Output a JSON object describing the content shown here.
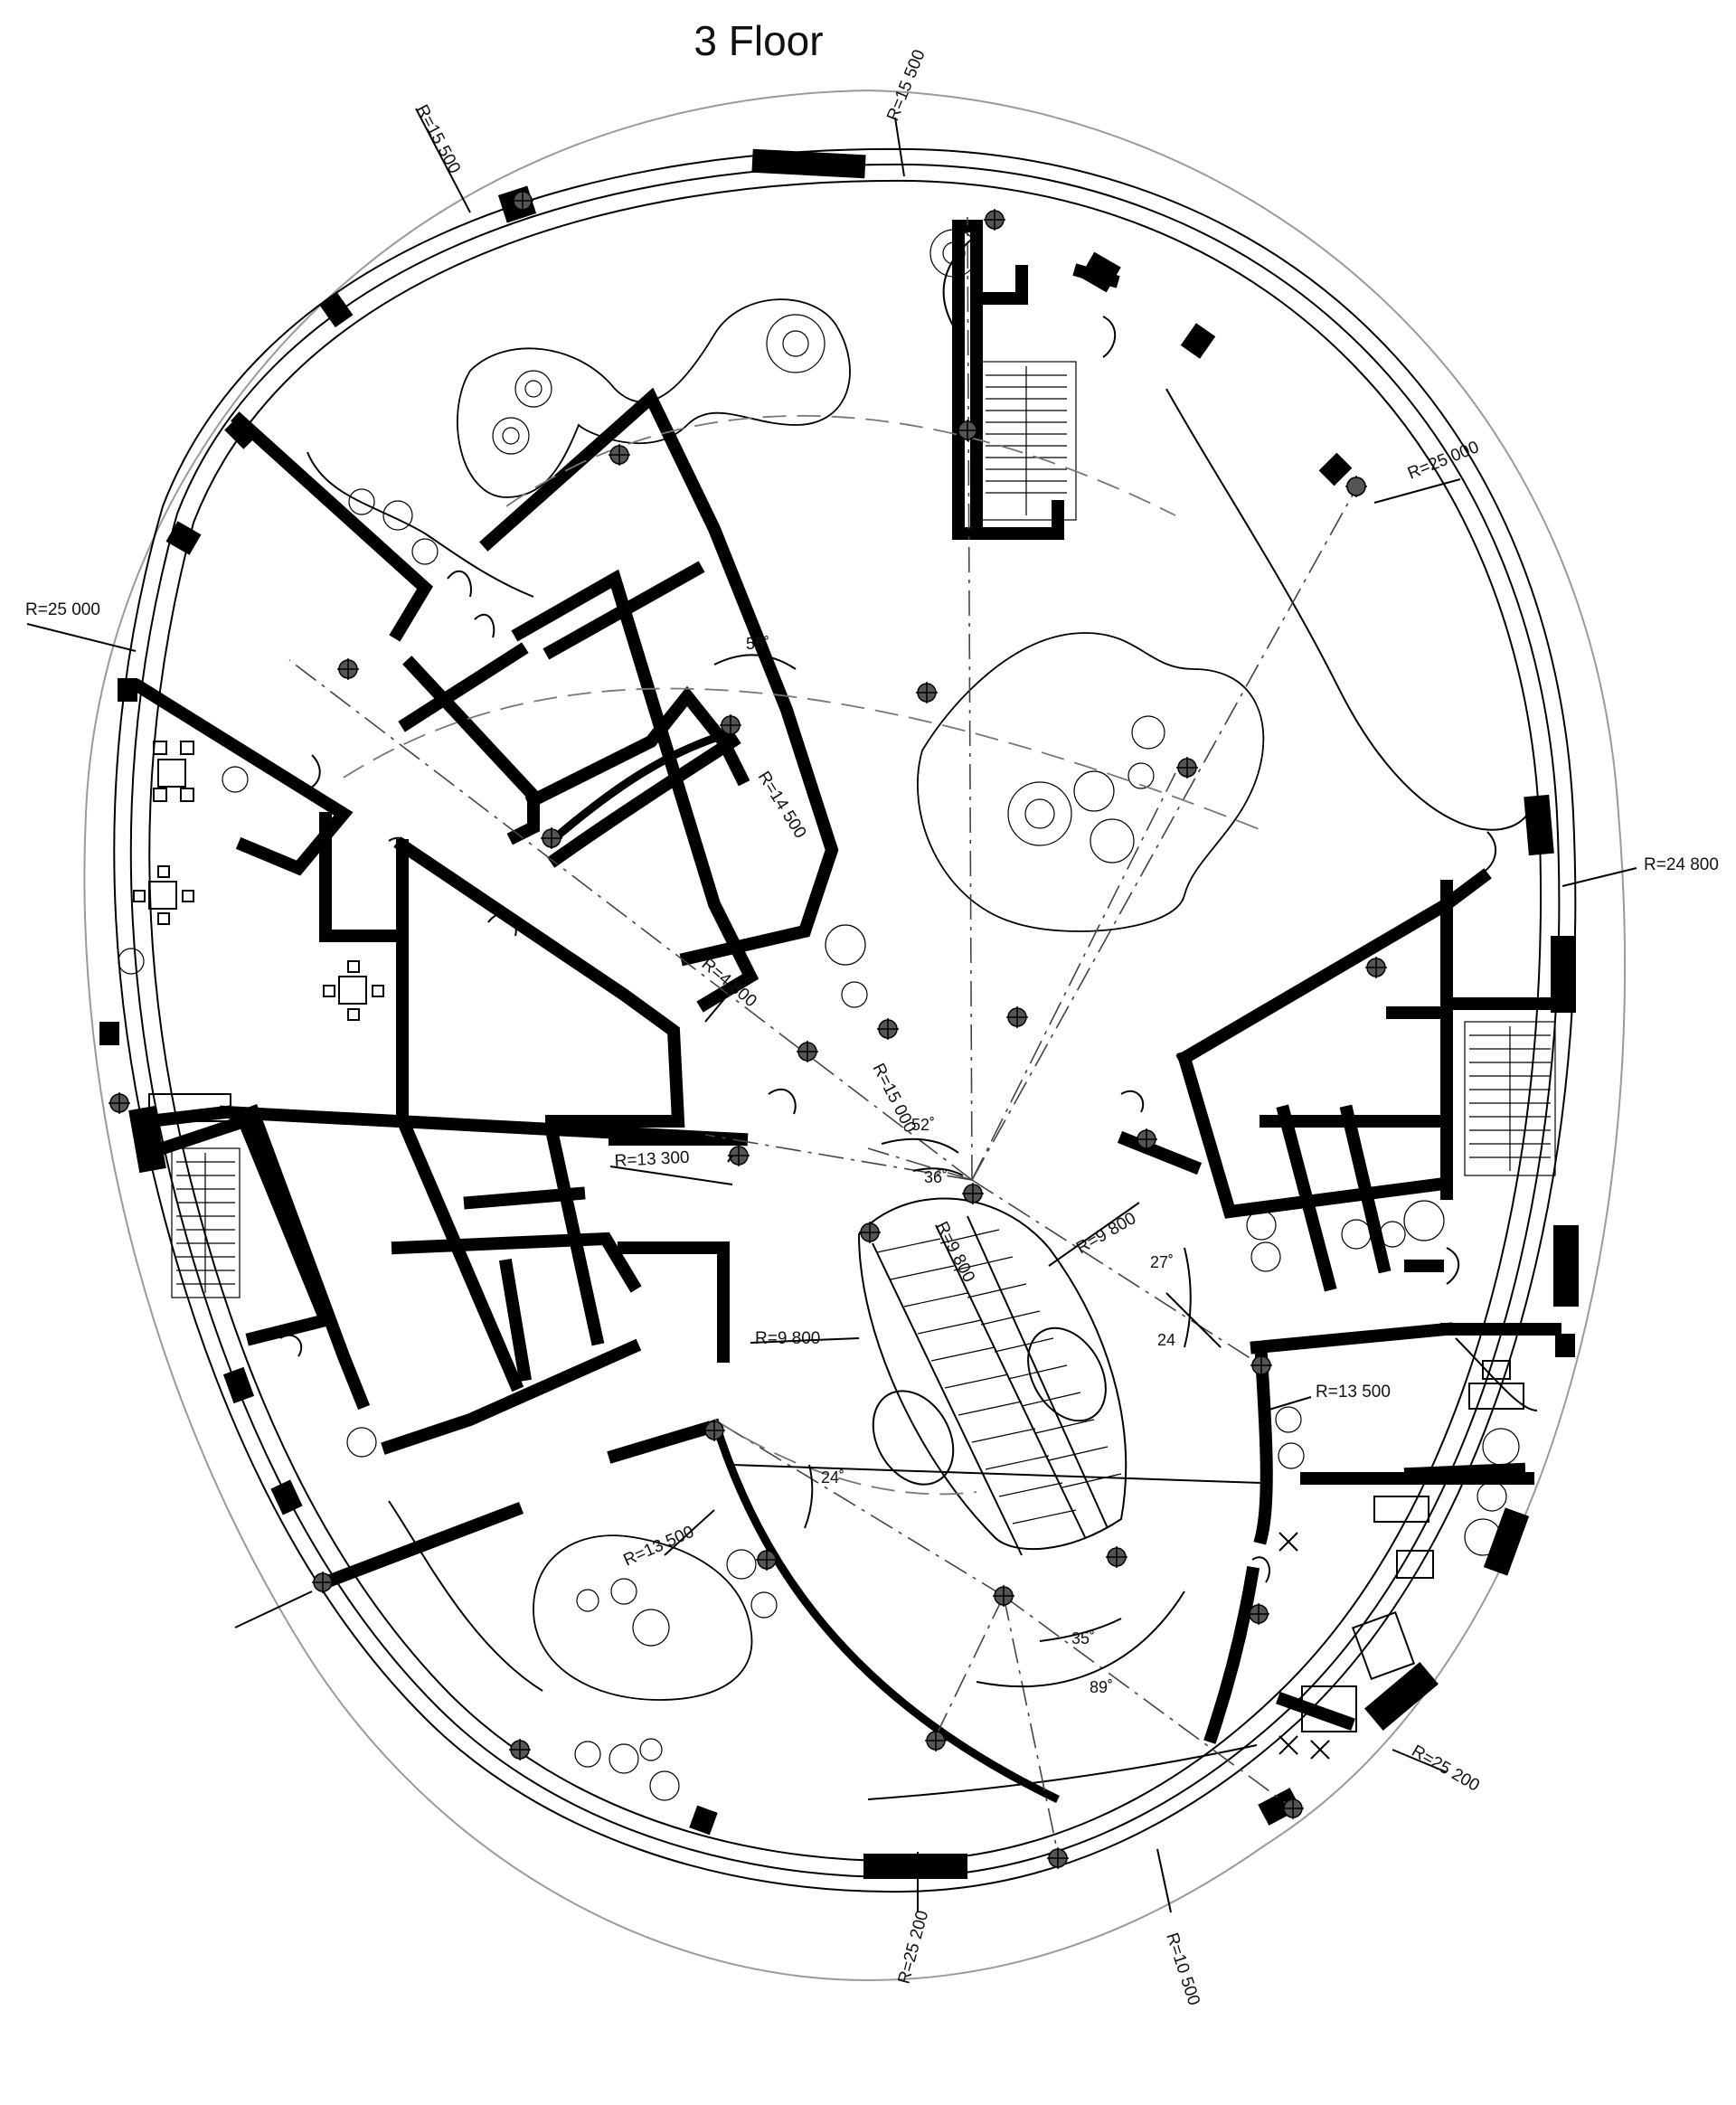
{
  "title": "3 Floor",
  "radius_labels": [
    "R=15 500",
    "R=15 500",
    "R=25 000",
    "R=25 000",
    "R=24 800",
    "R=14 500",
    "R=4 800",
    "R=15 000",
    "R=13 300",
    "R=9 800",
    "R=9 800",
    "R=9 800",
    "R=13 500",
    "R=13 500",
    "R=25 200",
    "R=25 200",
    "R=10 500"
  ],
  "angle_labels": [
    "55˚",
    "52˚",
    "36˚",
    "27˚",
    "24",
    "24˚",
    "35˚",
    "89˚"
  ],
  "colors": {
    "ink": "#000000",
    "outline": "#9a9a9a",
    "axis": "#444444",
    "background": "#ffffff"
  }
}
